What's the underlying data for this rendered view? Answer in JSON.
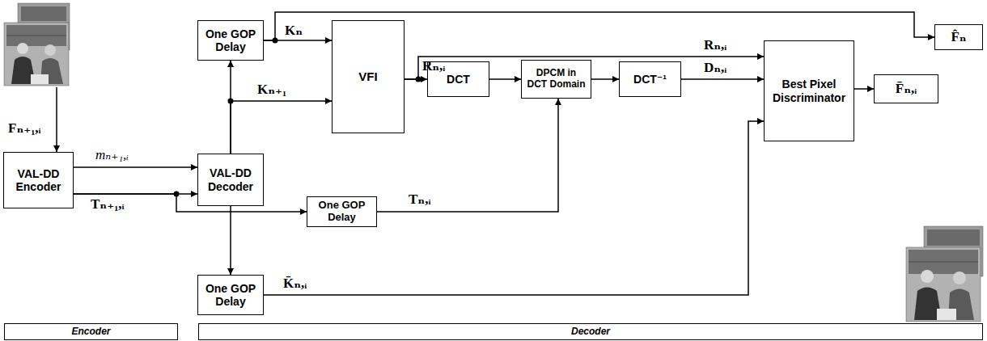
{
  "diagram": {
    "nodes": [
      {
        "text": [
          "VAL-DD Encoder"
        ]
      },
      {
        "text": [
          "One GOP Delay"
        ]
      },
      {
        "text": [
          "VAL-DD Decoder"
        ]
      },
      {
        "text": [
          "One GOP Delay"
        ]
      },
      {
        "text": [
          "One GOP Delay"
        ]
      },
      {
        "text": [
          "VFI"
        ]
      },
      {
        "text": [
          "DCT"
        ]
      },
      {
        "text": [
          "DPCM in DCT Domain"
        ]
      },
      {
        "text": [
          "DCT⁻¹"
        ]
      },
      {
        "text": [
          "Best Pixel Discriminator"
        ]
      },
      {
        "text": [
          "F̂ₙ"
        ]
      },
      {
        "text": [
          "F̄ₙ,ᵢ"
        ]
      },
      {
        "text": [
          "Encoder"
        ]
      },
      {
        "text": [
          "Decoder"
        ]
      }
    ],
    "edges": [
      {
        "from": 0,
        "to": 2,
        "arrow": "to",
        "label": "mₙ₊₁,ᵢ"
      },
      {
        "from": 0,
        "to": 2,
        "arrow": "to",
        "label": "Tₙ₊₁,ᵢ"
      },
      {
        "from": 0,
        "to": 3,
        "arrow": "to"
      },
      {
        "from": 2,
        "to": 1,
        "arrow": "to"
      },
      {
        "from": 2,
        "to": 5,
        "arrow": "to",
        "label": "Kₙ₊₁"
      },
      {
        "from": 1,
        "to": 5,
        "arrow": "to",
        "label": "Kₙ"
      },
      {
        "from": 1,
        "to": 10,
        "arrow": "to"
      },
      {
        "from": 5,
        "to": 6,
        "arrow": "to",
        "label": "Rₙ,ᵢ"
      },
      {
        "from": 5,
        "to": 9,
        "arrow": "to",
        "label": "Rₙ,ᵢ"
      },
      {
        "from": 6,
        "to": 7,
        "arrow": "to"
      },
      {
        "from": 7,
        "to": 8,
        "arrow": "to"
      },
      {
        "from": 8,
        "to": 9,
        "arrow": "to",
        "label": "Dₙ,ᵢ"
      },
      {
        "from": 3,
        "to": 7,
        "arrow": "to",
        "label": "Tₙ,ᵢ"
      },
      {
        "from": 2,
        "to": 4,
        "arrow": "to"
      },
      {
        "from": 4,
        "to": 9,
        "arrow": "to",
        "label": "K̄ₙ,ᵢ"
      },
      {
        "from": 9,
        "to": 11,
        "arrow": "to"
      }
    ],
    "labels": [
      "Fₙ₊₁,ᵢ"
    ]
  }
}
